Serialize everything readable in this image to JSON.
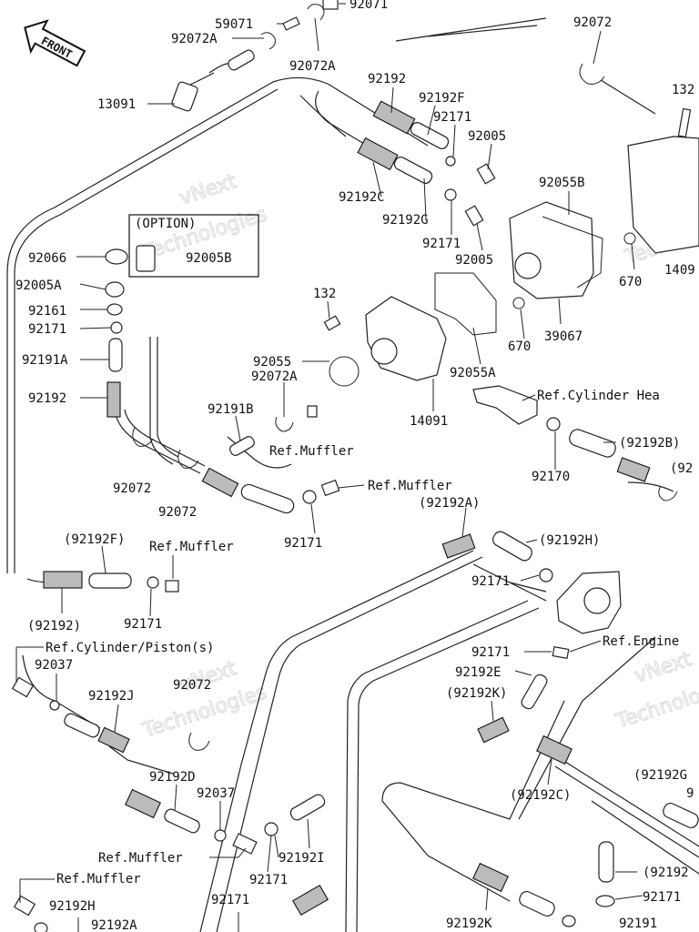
{
  "front_label": "FRONT",
  "option_label": "(OPTION)",
  "watermark": {
    "top": "vNext",
    "bottom": "Technologies"
  },
  "labels": [
    {
      "id": "p59071",
      "text": "59071"
    },
    {
      "id": "p92071",
      "text": "92071"
    },
    {
      "id": "p92072A_1",
      "text": "92072A"
    },
    {
      "id": "p92072A_2",
      "text": "92072A"
    },
    {
      "id": "p92072_r",
      "text": "92072"
    },
    {
      "id": "p13091",
      "text": "13091"
    },
    {
      "id": "p92192_t",
      "text": "92192"
    },
    {
      "id": "p92192F",
      "text": "92192F"
    },
    {
      "id": "p92171_a",
      "text": "92171"
    },
    {
      "id": "p92005_a",
      "text": "92005"
    },
    {
      "id": "p132_r",
      "text": "132"
    },
    {
      "id": "p92192C",
      "text": "92192C"
    },
    {
      "id": "p92192G",
      "text": "92192G"
    },
    {
      "id": "p92055B",
      "text": "92055B"
    },
    {
      "id": "p92171_b",
      "text": "92171"
    },
    {
      "id": "p92005_b",
      "text": "92005"
    },
    {
      "id": "p14091_r",
      "text": "1409"
    },
    {
      "id": "p670_a",
      "text": "670"
    },
    {
      "id": "p92066",
      "text": "92066"
    },
    {
      "id": "p92005B",
      "text": "92005B"
    },
    {
      "id": "p92005A",
      "text": "92005A"
    },
    {
      "id": "p92161",
      "text": "92161"
    },
    {
      "id": "p92171_c",
      "text": "92171"
    },
    {
      "id": "p132",
      "text": "132"
    },
    {
      "id": "p670_b",
      "text": "670"
    },
    {
      "id": "p39067",
      "text": "39067"
    },
    {
      "id": "p92191A",
      "text": "92191A"
    },
    {
      "id": "p92055",
      "text": "92055"
    },
    {
      "id": "p92072A_3",
      "text": "92072A"
    },
    {
      "id": "p92055A",
      "text": "92055A"
    },
    {
      "id": "p92192_l",
      "text": "92192"
    },
    {
      "id": "p92191B",
      "text": "92191B"
    },
    {
      "id": "p14091",
      "text": "14091"
    },
    {
      "id": "pRefCyl",
      "text": "Ref.Cylinder Hea"
    },
    {
      "id": "pRefMuf1",
      "text": "Ref.Muffler"
    },
    {
      "id": "p92192B",
      "text": "(92192B)"
    },
    {
      "id": "p92170",
      "text": "92170"
    },
    {
      "id": "p92072_a",
      "text": "92072"
    },
    {
      "id": "p92072_b",
      "text": "92072"
    },
    {
      "id": "pRefMuf2",
      "text": "Ref.Muffler"
    },
    {
      "id": "p92_r",
      "text": "(92"
    },
    {
      "id": "p92192A_p",
      "text": "(92192A)"
    },
    {
      "id": "p92171_d",
      "text": "92171"
    },
    {
      "id": "p92192F_p",
      "text": "(92192F)"
    },
    {
      "id": "pRefMuf3",
      "text": "Ref.Muffler"
    },
    {
      "id": "p92192H_p",
      "text": "(92192H)"
    },
    {
      "id": "p92171_e",
      "text": "92171"
    },
    {
      "id": "p92192_p",
      "text": "(92192)"
    },
    {
      "id": "p92171_f",
      "text": "92171"
    },
    {
      "id": "pRefEng",
      "text": "Ref.Engine"
    },
    {
      "id": "pRefCylP",
      "text": "Ref.Cylinder/Piston(s)"
    },
    {
      "id": "p92171_g",
      "text": "92171"
    },
    {
      "id": "p92037_a",
      "text": "92037"
    },
    {
      "id": "p92192E",
      "text": "92192E"
    },
    {
      "id": "p92192J",
      "text": "92192J"
    },
    {
      "id": "p92192K_p",
      "text": "(92192K)"
    },
    {
      "id": "p92072_c",
      "text": "92072"
    },
    {
      "id": "p92192D",
      "text": "92192D"
    },
    {
      "id": "p92037_b",
      "text": "92037"
    },
    {
      "id": "p92192C_p",
      "text": "(92192C)"
    },
    {
      "id": "p92192G_p",
      "text": "(92192G"
    },
    {
      "id": "p9_r",
      "text": "9"
    },
    {
      "id": "pRefMuf4",
      "text": "Ref.Muffler"
    },
    {
      "id": "p92192I",
      "text": "92192I"
    },
    {
      "id": "p92171_h",
      "text": "92171"
    },
    {
      "id": "pRefMuf5",
      "text": "Ref.Muffler"
    },
    {
      "id": "p92192_r2",
      "text": "(92192"
    },
    {
      "id": "p92171_i",
      "text": "92171"
    },
    {
      "id": "p92192H",
      "text": "92192H"
    },
    {
      "id": "p92171_j",
      "text": "92171"
    },
    {
      "id": "p92192A",
      "text": "92192A"
    },
    {
      "id": "p92192K",
      "text": "92192K"
    },
    {
      "id": "p92191",
      "text": "92191"
    }
  ]
}
